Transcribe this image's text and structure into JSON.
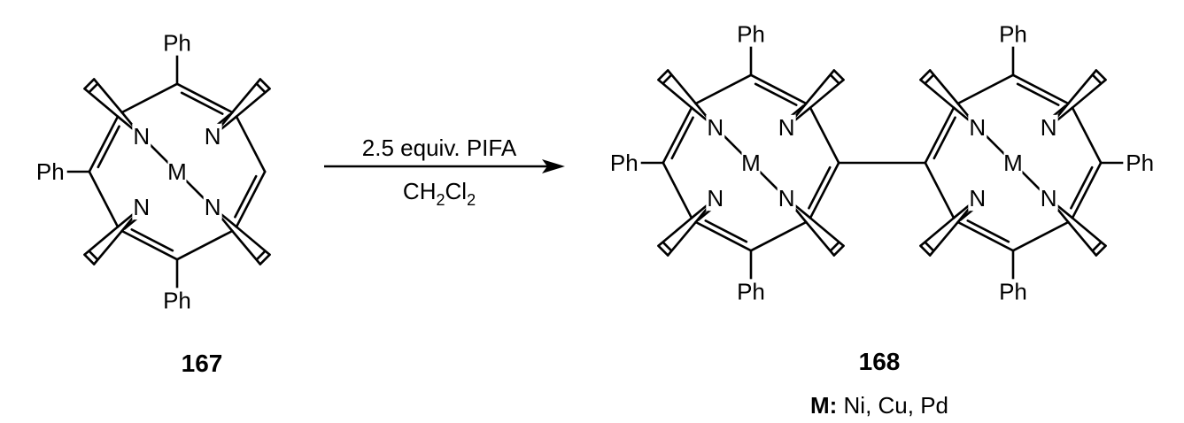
{
  "reaction": {
    "reagent": "2.5 equiv. PIFA",
    "solvent_main": "CH",
    "solvent_sub1": "2",
    "solvent_mid": "Cl",
    "solvent_sub2": "2"
  },
  "atoms": {
    "nitrogen": "N",
    "metal": "M",
    "phenyl": "Ph"
  },
  "compounds": {
    "reactant_id": "167",
    "product_id": "168",
    "metal_key": "M:",
    "metal_values": " Ni, Cu, Pd"
  },
  "colors": {
    "ink": "#000000",
    "background": "#ffffff"
  }
}
